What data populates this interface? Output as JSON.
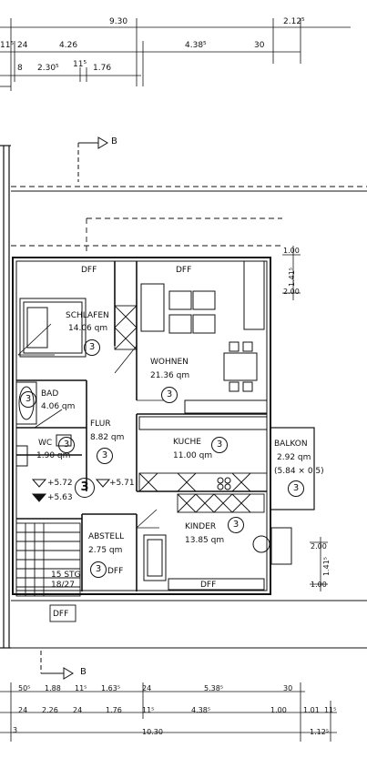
{
  "dims_top": {
    "total_a": "9.30",
    "right_a": "2.12⁵",
    "b1": "24",
    "b2": "4.26",
    "b3": "4.38⁵",
    "b4": "30",
    "b5": "11⁵",
    "c1": "8",
    "c2": "2.30⁵",
    "c3": "11⁵",
    "c4": "1.76"
  },
  "dims_bottom": {
    "a1": "50⁵",
    "a2": "1.88",
    "a3": "11⁵",
    "a4": "1.63⁵",
    "a5": "24",
    "a6": "5.38⁵",
    "a7": "30",
    "b1": "24",
    "b2": "2.26",
    "b3": "24",
    "b4": "1.76",
    "b5": "11⁵",
    "b6": "4.38⁵",
    "b7": "1.00",
    "b8": "1.01",
    "b9": "11⁵",
    "c1": "3",
    "c2": "10.30",
    "c3": "1.12⁵"
  },
  "dims_right": {
    "r1": "1.00",
    "r2": "1.41⁵",
    "r3": "2.00",
    "r4": "2.00",
    "r5": "1.41⁵",
    "r6": "1.00"
  },
  "section_markers": {
    "top": "B",
    "bottom": "B"
  },
  "rooms": {
    "schlafen": {
      "name": "SCHLAFEN",
      "area": "14.06 qm",
      "num": "3"
    },
    "wohnen": {
      "name": "WOHNEN",
      "area": "21.36 qm",
      "num": "3"
    },
    "bad": {
      "name": "BAD",
      "area": "4.06 qm",
      "num": "3"
    },
    "flur": {
      "name": "FLUR",
      "area": "8.82 qm",
      "num": "3"
    },
    "wc": {
      "name": "WC",
      "area": "1.90 qm",
      "num": "3"
    },
    "kuche": {
      "name": "KUCHE",
      "area": "11.00 qm",
      "num": "3"
    },
    "balkon": {
      "name": "BALKON",
      "area": "2.92 qm",
      "detail": "(5.84 × 0.5)",
      "num": "3"
    },
    "kinder": {
      "name": "KINDER",
      "area": "13.85 qm",
      "num": "3"
    },
    "abstell": {
      "name": "ABSTELL",
      "area": "2.75 qm",
      "num": "3"
    }
  },
  "labels": {
    "dff1": "DFF",
    "dff2": "DFF",
    "dff3": "DFF",
    "dff4": "DFF",
    "dff5": "DFF",
    "lvl1": "+5.72",
    "lvl2": "+5.71",
    "lvl3": "+5.63",
    "stairs": "15 STG",
    "stairs_ratio": "18/27",
    "stair_num": "3"
  }
}
